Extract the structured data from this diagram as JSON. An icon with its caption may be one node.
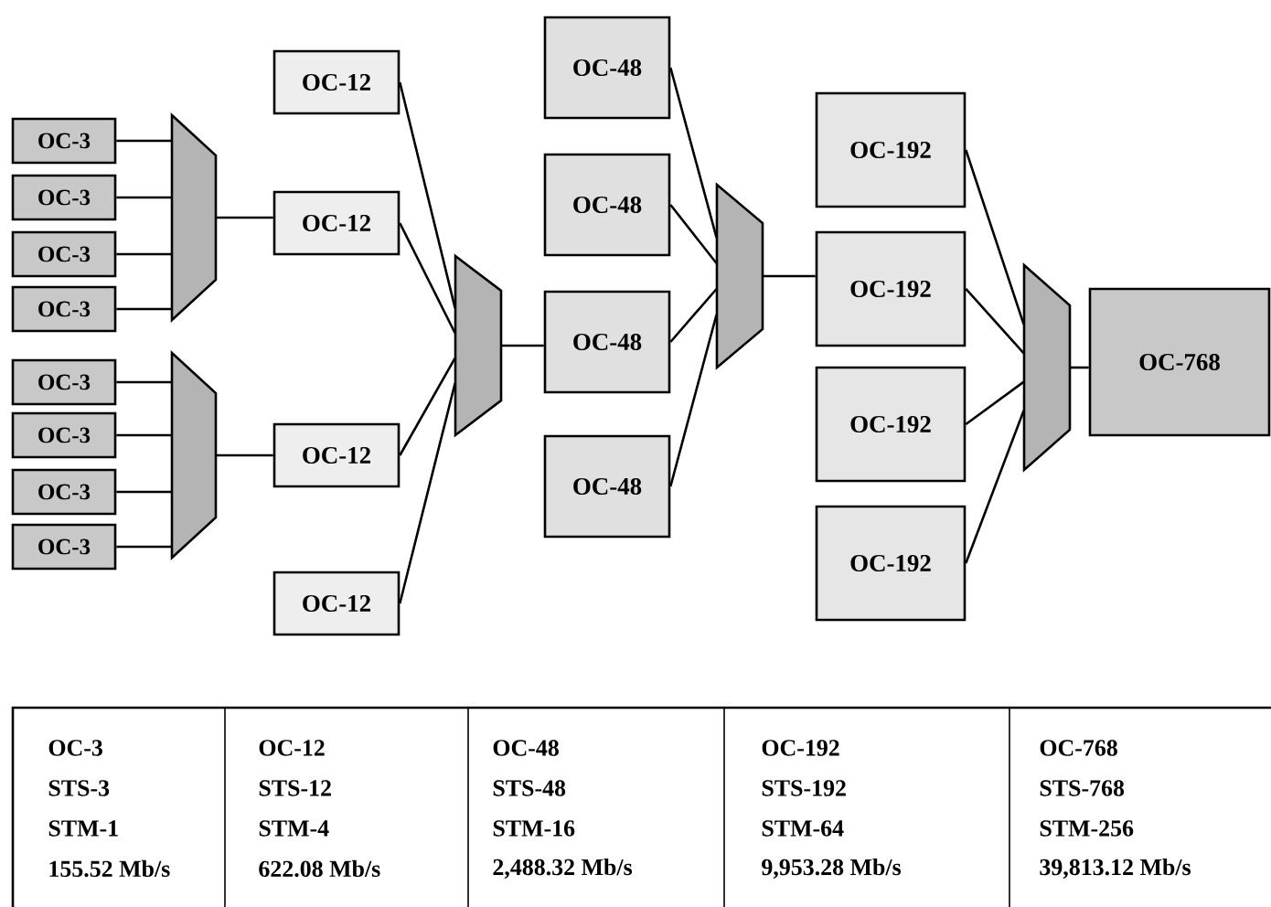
{
  "diagram": {
    "nodes": [
      {
        "text": [
          "OC-3"
        ]
      },
      {
        "text": [
          "OC-3"
        ]
      },
      {
        "text": [
          "OC-3"
        ]
      },
      {
        "text": [
          "OC-3"
        ]
      },
      {
        "text": [
          "OC-3"
        ]
      },
      {
        "text": [
          "OC-3"
        ]
      },
      {
        "text": [
          "OC-3"
        ]
      },
      {
        "text": [
          "OC-3"
        ]
      },
      {
        "text": [],
        "shape": "trapezoid"
      },
      {
        "text": [],
        "shape": "trapezoid"
      },
      {
        "text": [
          "OC-12"
        ]
      },
      {
        "text": [
          "OC-12"
        ]
      },
      {
        "text": [
          "OC-12"
        ]
      },
      {
        "text": [
          "OC-12"
        ]
      },
      {
        "text": [],
        "shape": "trapezoid"
      },
      {
        "text": [
          "OC-48"
        ]
      },
      {
        "text": [
          "OC-48"
        ]
      },
      {
        "text": [
          "OC-48"
        ]
      },
      {
        "text": [
          "OC-48"
        ]
      },
      {
        "text": [],
        "shape": "trapezoid"
      },
      {
        "text": [
          "OC-192"
        ]
      },
      {
        "text": [
          "OC-192"
        ]
      },
      {
        "text": [
          "OC-192"
        ]
      },
      {
        "text": [
          "OC-192"
        ]
      },
      {
        "text": [],
        "shape": "trapezoid"
      },
      {
        "text": [
          "OC-768"
        ]
      }
    ],
    "edges": [
      {
        "from": 0,
        "to": 8,
        "arrow": "none"
      },
      {
        "from": 1,
        "to": 8,
        "arrow": "none"
      },
      {
        "from": 2,
        "to": 8,
        "arrow": "none"
      },
      {
        "from": 3,
        "to": 8,
        "arrow": "none"
      },
      {
        "from": 4,
        "to": 9,
        "arrow": "none"
      },
      {
        "from": 5,
        "to": 9,
        "arrow": "none"
      },
      {
        "from": 6,
        "to": 9,
        "arrow": "none"
      },
      {
        "from": 7,
        "to": 9,
        "arrow": "none"
      },
      {
        "from": 8,
        "to": 11,
        "arrow": "none"
      },
      {
        "from": 9,
        "to": 12,
        "arrow": "none"
      },
      {
        "from": 10,
        "to": 14,
        "arrow": "none"
      },
      {
        "from": 11,
        "to": 14,
        "arrow": "none"
      },
      {
        "from": 12,
        "to": 14,
        "arrow": "none"
      },
      {
        "from": 13,
        "to": 14,
        "arrow": "none"
      },
      {
        "from": 14,
        "to": 17,
        "arrow": "none"
      },
      {
        "from": 15,
        "to": 19,
        "arrow": "none"
      },
      {
        "from": 16,
        "to": 19,
        "arrow": "none"
      },
      {
        "from": 17,
        "to": 19,
        "arrow": "none"
      },
      {
        "from": 18,
        "to": 19,
        "arrow": "none"
      },
      {
        "from": 19,
        "to": 21,
        "arrow": "none"
      },
      {
        "from": 20,
        "to": 24,
        "arrow": "none"
      },
      {
        "from": 21,
        "to": 24,
        "arrow": "none"
      },
      {
        "from": 22,
        "to": 24,
        "arrow": "none"
      },
      {
        "from": 23,
        "to": 24,
        "arrow": "none"
      },
      {
        "from": 24,
        "to": 25,
        "arrow": "none"
      }
    ],
    "labels": [
      "OC-3",
      "OC-12",
      "OC-48",
      "OC-192",
      "OC-768",
      "STS-3",
      "STS-12",
      "STS-48",
      "STS-192",
      "STS-768",
      "STM-1",
      "STM-4",
      "STM-16",
      "STM-64",
      "STM-256",
      "155.52 Mb/s",
      "622.08 Mb/s",
      "2,488.32 Mb/s",
      "9,953.28 Mb/s",
      "39,813.12 Mb/s"
    ]
  }
}
